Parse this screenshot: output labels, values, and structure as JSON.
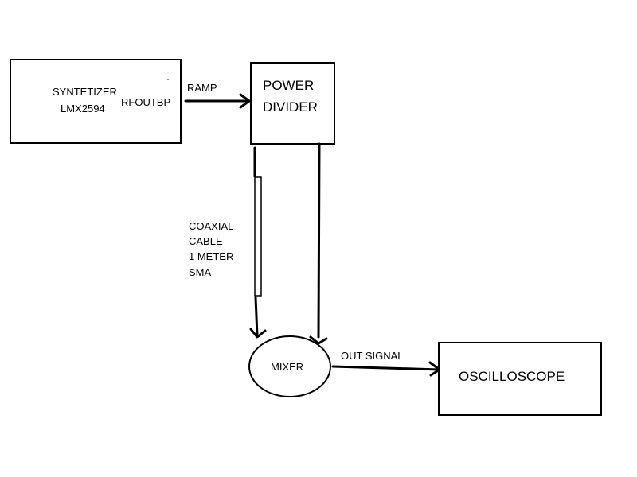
{
  "synthesizer": {
    "line1": "SYNTETIZER",
    "line2": "LMX2594",
    "port": "RFOUTBP"
  },
  "power_divider": {
    "line1": "POWER",
    "line2": "DIVIDER"
  },
  "ramp_label": "RAMP",
  "coax_label": {
    "line1": "COAXIAL",
    "line2": "CABLE",
    "line3": "1 METER",
    "line4": "SMA"
  },
  "mixer": {
    "label": "MIXER"
  },
  "out_signal_label": "OUT SIGNAL",
  "oscilloscope": {
    "label": "OSCILLOSCOPE"
  }
}
